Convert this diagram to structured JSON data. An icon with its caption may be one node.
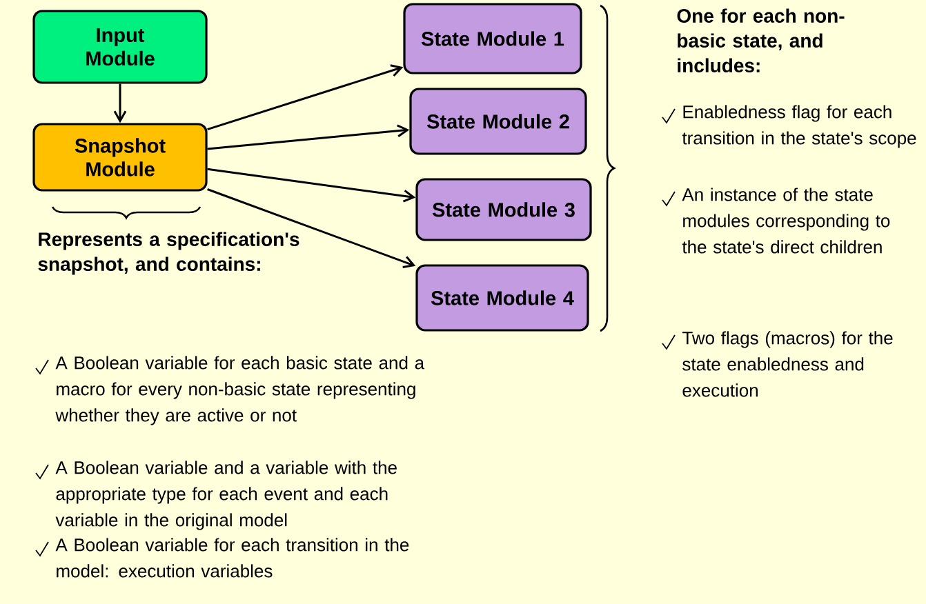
{
  "diagram": {
    "nodes": [
      {
        "text": [
          "Input Module"
        ]
      },
      {
        "text": [
          "Snapshot Module"
        ]
      },
      {
        "text": [
          "State Module 1"
        ]
      },
      {
        "text": [
          "State Module 2"
        ]
      },
      {
        "text": [
          "State Module 3"
        ]
      },
      {
        "text": [
          "State Module 4"
        ]
      }
    ],
    "edges": [
      {
        "from": 0,
        "to": 1,
        "arrow": "to"
      },
      {
        "from": 1,
        "to": 2,
        "arrow": "to"
      },
      {
        "from": 1,
        "to": 3,
        "arrow": "to"
      },
      {
        "from": 1,
        "to": 4,
        "arrow": "to"
      },
      {
        "from": 1,
        "to": 5,
        "arrow": "to"
      }
    ],
    "labels": [
      "Represents a specification's snapshot, and contains:",
      "A Boolean variable for each basic state and a macro for every non-basic state representing whether they are active or not",
      "A Boolean variable and a variable with the appropriate type for each event and each variable in the original model",
      "A Boolean variable for each transition in the model: execution variables",
      "One for each non-basic state, and includes:",
      "Enabledness flag for each transition in the state's scope",
      "An instance of the state modules corresponding to the state's direct children",
      "Two flags (macros) for the state enabledness and execution"
    ]
  }
}
